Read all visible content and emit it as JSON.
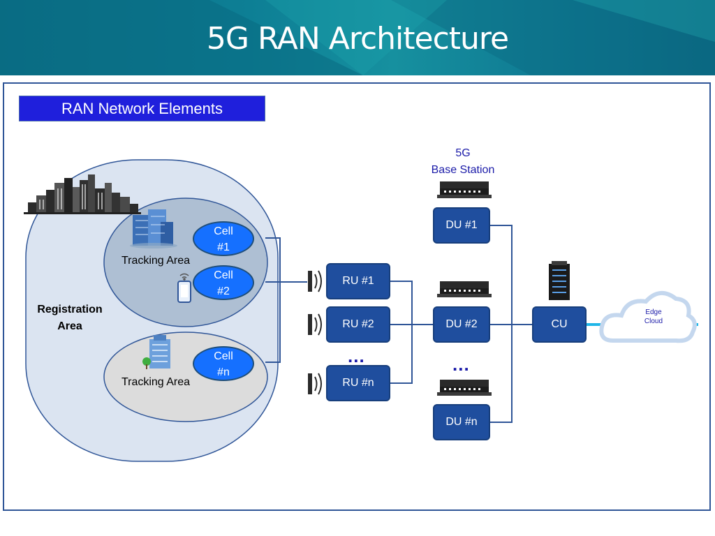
{
  "header": {
    "title": "5G RAN Architecture"
  },
  "section": {
    "label": "RAN Network Elements"
  },
  "registration_area": {
    "label_line1": "Registration",
    "label_line2": "Area"
  },
  "tracking_areas": [
    {
      "label": "Tracking Area"
    },
    {
      "label": "Tracking Area"
    }
  ],
  "cells": [
    {
      "line1": "Cell",
      "line2": "#1"
    },
    {
      "line1": "Cell",
      "line2": "#2"
    },
    {
      "line1": "Cell",
      "line2": "#n"
    }
  ],
  "base_station": {
    "line1": "5G",
    "line2": "Base Station"
  },
  "radio_units": [
    {
      "label": "RU #1"
    },
    {
      "label": "RU #2"
    },
    {
      "label": "RU #n"
    }
  ],
  "distributed_units": [
    {
      "label": "DU #1"
    },
    {
      "label": "DU #2"
    },
    {
      "label": "DU #n"
    }
  ],
  "central_unit": {
    "label": "CU"
  },
  "edge_cloud": {
    "line1": "Edge",
    "line2": "Cloud"
  },
  "ellipsis": "...",
  "colors": {
    "node_fill": "#1f4e9e",
    "cell_fill": "#1570ff",
    "section_label_fill": "#1f1fdc",
    "accent_text": "#1a1aa8",
    "link_line": "#2f5597",
    "cloud_link": "#1fb6e8"
  },
  "icons": [
    "city-skyline-icon",
    "office-building-icon",
    "smartphone-icon",
    "wifi-icon",
    "antenna-icon",
    "rack-router-icon",
    "server-tower-icon",
    "cloud-icon"
  ]
}
